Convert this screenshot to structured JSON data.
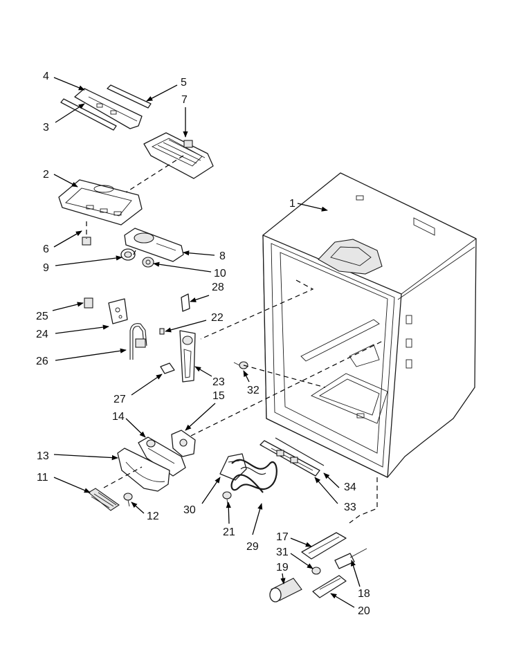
{
  "diagram": {
    "callouts": [
      {
        "id": "c1",
        "label": "1"
      },
      {
        "id": "c2",
        "label": "2"
      },
      {
        "id": "c3",
        "label": "3"
      },
      {
        "id": "c4",
        "label": "4"
      },
      {
        "id": "c5",
        "label": "5"
      },
      {
        "id": "c6",
        "label": "6"
      },
      {
        "id": "c7",
        "label": "7"
      },
      {
        "id": "c8",
        "label": "8"
      },
      {
        "id": "c9",
        "label": "9"
      },
      {
        "id": "c10",
        "label": "10"
      },
      {
        "id": "c11",
        "label": "11"
      },
      {
        "id": "c12",
        "label": "12"
      },
      {
        "id": "c13",
        "label": "13"
      },
      {
        "id": "c14",
        "label": "14"
      },
      {
        "id": "c15",
        "label": "15"
      },
      {
        "id": "c17",
        "label": "17"
      },
      {
        "id": "c18",
        "label": "18"
      },
      {
        "id": "c19",
        "label": "19"
      },
      {
        "id": "c20",
        "label": "20"
      },
      {
        "id": "c21",
        "label": "21"
      },
      {
        "id": "c22",
        "label": "22"
      },
      {
        "id": "c23",
        "label": "23"
      },
      {
        "id": "c24",
        "label": "24"
      },
      {
        "id": "c25",
        "label": "25"
      },
      {
        "id": "c26",
        "label": "26"
      },
      {
        "id": "c27",
        "label": "27"
      },
      {
        "id": "c28",
        "label": "28"
      },
      {
        "id": "c29",
        "label": "29"
      },
      {
        "id": "c30",
        "label": "30"
      },
      {
        "id": "c31",
        "label": "31"
      },
      {
        "id": "c32",
        "label": "32"
      },
      {
        "id": "c33",
        "label": "33"
      },
      {
        "id": "c34",
        "label": "34"
      }
    ]
  }
}
